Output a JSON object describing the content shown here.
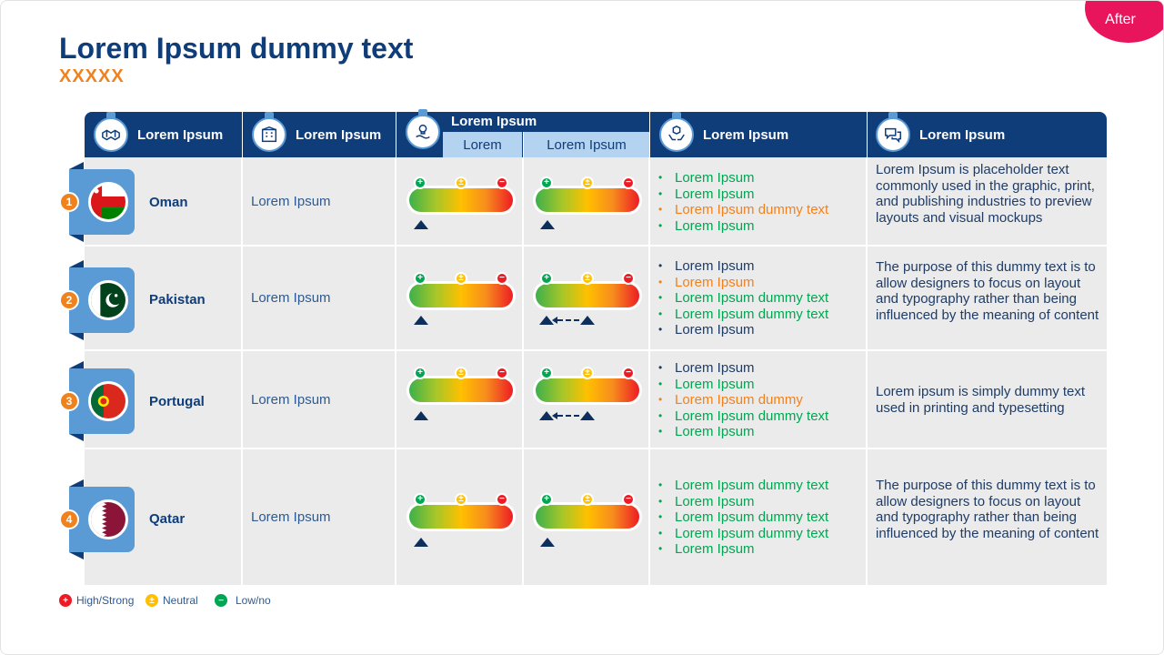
{
  "badge": "After",
  "title": "Lorem Ipsum dummy text",
  "subtitle": "XXXXX",
  "headers": {
    "col1": "Lorem Ipsum",
    "col2": "Lorem Ipsum",
    "col3": "Lorem Ipsum",
    "col3_sub1": "Lorem",
    "col3_sub2": "Lorem Ipsum",
    "col4": "Lorem Ipsum",
    "col5": "Lorem Ipsum"
  },
  "rows": [
    {
      "num": "1",
      "country": "Oman",
      "text": "Lorem Ipsum",
      "bullets": [
        {
          "text": "Lorem Ipsum",
          "color": "#00a651"
        },
        {
          "text": "Lorem Ipsum",
          "color": "#00a651"
        },
        {
          "text": "Lorem Ipsum dummy text",
          "color": "#f0821e"
        },
        {
          "text": "Lorem Ipsum",
          "color": "#00a651"
        }
      ],
      "description": "Lorem Ipsum is placeholder text commonly used in the graphic, print, and publishing industries to preview layouts and visual mockups"
    },
    {
      "num": "2",
      "country": "Pakistan",
      "text": "Lorem Ipsum",
      "bullets": [
        {
          "text": "Lorem Ipsum",
          "color": "#1f3c66"
        },
        {
          "text": "Lorem Ipsum",
          "color": "#f0821e"
        },
        {
          "text": "Lorem Ipsum dummy text",
          "color": "#00a651"
        },
        {
          "text": "Lorem Ipsum dummy text",
          "color": "#00a651"
        },
        {
          "text": "Lorem Ipsum",
          "color": "#1f3c66"
        }
      ],
      "description": "The purpose of this dummy text is to allow designers to focus on layout and typography rather than being influenced by the meaning of content"
    },
    {
      "num": "3",
      "country": "Portugal",
      "text": "Lorem Ipsum",
      "bullets": [
        {
          "text": "Lorem Ipsum",
          "color": "#1f3c66"
        },
        {
          "text": "Lorem Ipsum",
          "color": "#00a651"
        },
        {
          "text": "Lorem Ipsum dummy",
          "color": "#f0821e"
        },
        {
          "text": "Lorem Ipsum dummy text",
          "color": "#00a651"
        },
        {
          "text": "Lorem Ipsum",
          "color": "#00a651"
        }
      ],
      "description": "Lorem ipsum is simply dummy text used in printing and typesetting"
    },
    {
      "num": "4",
      "country": "Qatar",
      "text": "Lorem Ipsum",
      "bullets": [
        {
          "text": "Lorem Ipsum dummy text",
          "color": "#00a651"
        },
        {
          "text": "Lorem Ipsum",
          "color": "#00a651"
        },
        {
          "text": "Lorem Ipsum dummy text",
          "color": "#00a651"
        },
        {
          "text": "Lorem Ipsum dummy text",
          "color": "#00a651"
        },
        {
          "text": "Lorem Ipsum",
          "color": "#00a651"
        }
      ],
      "description": "The purpose of this dummy text is to allow designers to focus on layout and typography rather than being influenced by the meaning of content"
    }
  ],
  "gauge_symbols": {
    "positive": "+",
    "neutral": "±",
    "negative": "−"
  },
  "legend": [
    {
      "label": "High/Strong",
      "color": "#ed1c24",
      "symbol": "+"
    },
    {
      "label": "Neutral",
      "color": "#ffc000",
      "symbol": "±"
    },
    {
      "label": "Low/no",
      "color": "#00a651",
      "symbol": "−"
    }
  ],
  "colors": {
    "navy": "#0e3d7a",
    "accent": "#f0821e",
    "light_blue": "#5b9bd5",
    "badge": "#e8155c"
  }
}
